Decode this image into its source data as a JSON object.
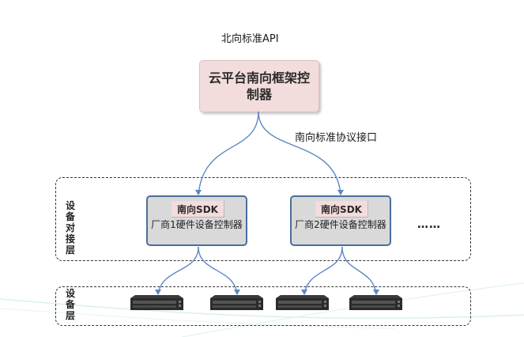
{
  "diagram": {
    "north_api_label": "北向标准API",
    "cloud_controller": "云平台南向框架控制器",
    "south_interface_label": "南向标准协议接口",
    "layers": [
      {
        "name": "设备对接层",
        "chars": [
          "设",
          "备",
          "对",
          "接",
          "层"
        ]
      },
      {
        "name": "设备层",
        "chars": [
          "设",
          "备",
          "层"
        ]
      }
    ],
    "vendor_controllers": [
      {
        "sdk_label": "南向SDK",
        "name": "厂商1硬件设备控制器"
      },
      {
        "sdk_label": "南向SDK",
        "name": "厂商2硬件设备控制器"
      }
    ],
    "more_indicator": "……",
    "devices": [
      {
        "type": "network-switch"
      },
      {
        "type": "network-switch"
      },
      {
        "type": "network-switch"
      },
      {
        "type": "network-switch"
      }
    ],
    "colors": {
      "arrow": "#5b87c5",
      "controller_fill": "#f3dcdc",
      "vendor_fill": "#d9d9d9",
      "vendor_border": "#4a6f9b"
    }
  }
}
